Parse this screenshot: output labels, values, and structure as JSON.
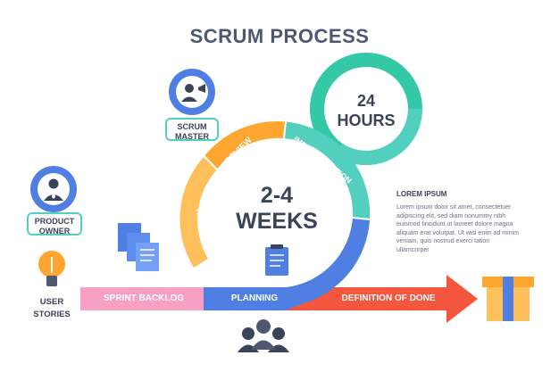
{
  "title": "SCRUM PROCESS",
  "roles": {
    "scrum_master": "SCRUM\nMASTER",
    "product_owner": "PRODUCT\nOWNER",
    "user_stories": "USER\nSTORIES"
  },
  "cycle": {
    "sprint": "2-4\nWEEKS",
    "daily": "24\nHOURS",
    "segments": [
      "REVIEW",
      "IMPLEMENTATION",
      "RETROSPECT"
    ]
  },
  "flow": {
    "sprint_backlog": "SPRINT BACKLOG",
    "planning": "PLANNING",
    "definition_of_done": "DEFINITION OF DONE"
  },
  "note": {
    "title": "LOREM IPSUM",
    "body": "Lorem ipsum dolor sit amet, consectetuer adipiscing elit, sed diam nonummy nibh euismod tincidunt ut laoreet dolore magna aliquam erat volutpat. Ut wisi enim ad minim veniam, quis nostrud exerci tation ullamcorper"
  },
  "colors": {
    "teal": "#53cfc0",
    "orange": "#ffa631",
    "blue": "#4f7fe2",
    "pink": "#f7a0c4",
    "red": "#f4573d",
    "navy": "#3b4358"
  },
  "icons": [
    "megaphone-person-icon",
    "businessman-icon",
    "lightbulb-icon",
    "documents-icon",
    "clipboard-icon",
    "team-icon",
    "gift-box-icon"
  ]
}
